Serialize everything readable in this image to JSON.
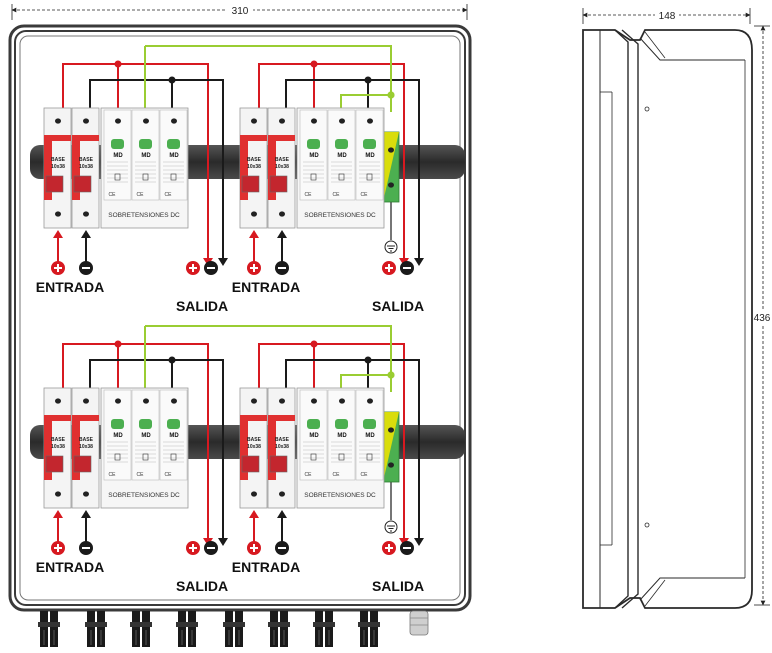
{
  "dimensions": {
    "width": "310",
    "height": "436",
    "depth": "148"
  },
  "labels": {
    "input": "ENTRADA",
    "output": "SALIDA",
    "surge": "SOBRETENSIONES DC",
    "base_line1": "BASE",
    "base_line2": "10x38",
    "module": "MD",
    "ce": "CE"
  },
  "colors": {
    "positive": "#d71920",
    "negative": "#1a1a1a",
    "earth": "#9acd32",
    "terminal_green": "#4caf50",
    "terminal_yellow": "#f2e500",
    "enclosure": "#3a3a3a",
    "rail": "#3c3c3c"
  }
}
